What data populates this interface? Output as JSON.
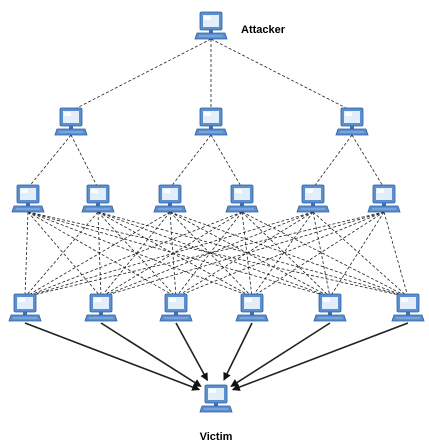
{
  "diagram": {
    "nodes": {
      "attacker": {
        "label": "Attacker",
        "icon": "computer-icon"
      },
      "victim": {
        "label": "Victim",
        "icon": "computer-icon"
      },
      "handlers": {
        "count": 3,
        "icon": "computer-icon"
      },
      "agents": {
        "count": 6,
        "icon": "computer-icon"
      },
      "zombies": {
        "count": 6,
        "icon": "computer-icon"
      }
    },
    "connections": {
      "attacker_to_handlers": "dashed",
      "handlers_to_agents": "dashed",
      "agents_to_zombies": "dashed-all-to-all",
      "zombies_to_victim": "solid-arrow"
    },
    "colors": {
      "monitor_frame": "#5b8fd1",
      "monitor_screen": "#e3eefb",
      "line": "#222222"
    }
  }
}
